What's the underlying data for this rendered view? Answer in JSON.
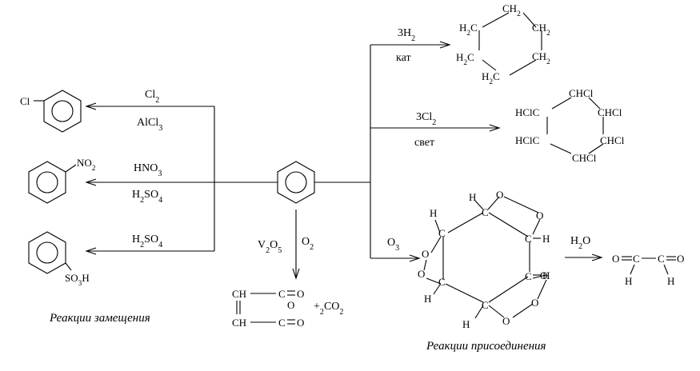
{
  "captions": {
    "substitution": "Реакции замещения",
    "addition": "Реакции присоединения"
  },
  "reactions": {
    "chlorination": {
      "reagent": "Cl2",
      "catalyst": "AlCl3",
      "product_substituent": "Cl"
    },
    "nitration": {
      "reagent": "HNO3",
      "catalyst": "H2SO4",
      "product_substituent": "NO2"
    },
    "sulfonation": {
      "reagent": "H2SO4",
      "product_substituent": "SO3H"
    },
    "oxidation": {
      "catalyst": "V2O5",
      "reagent": "O2",
      "byproduct": "+2CO2"
    },
    "hydrogenation": {
      "reagent": "3H2",
      "condition": "кат"
    },
    "photochlorination": {
      "reagent": "3Cl2",
      "condition": "свет"
    },
    "ozonolysis": {
      "reagent": "O3"
    },
    "hydrolysis": {
      "reagent": "H2O"
    }
  },
  "cyclohexane_atoms": [
    "CH2",
    "H2C",
    "CH2",
    "H2C",
    "CH2",
    "H2C"
  ],
  "hexachloro_atoms": [
    "CHCl",
    "HClC",
    "CHCl",
    "HClC",
    "CHCl",
    "CHCl"
  ],
  "maleic_anhydride": {
    "ch_top": "CH",
    "ch_bottom": "CH",
    "c_top": "C",
    "c_bottom": "C",
    "o_top": "O",
    "o_ring": "O",
    "o_bottom": "O"
  },
  "ozonide": {
    "c": "C",
    "o": "O",
    "h": "H"
  },
  "glyoxal": {
    "o_left": "O",
    "c_left": "C",
    "c_right": "C",
    "o_right": "O",
    "h_left": "H",
    "h_right": "H"
  }
}
